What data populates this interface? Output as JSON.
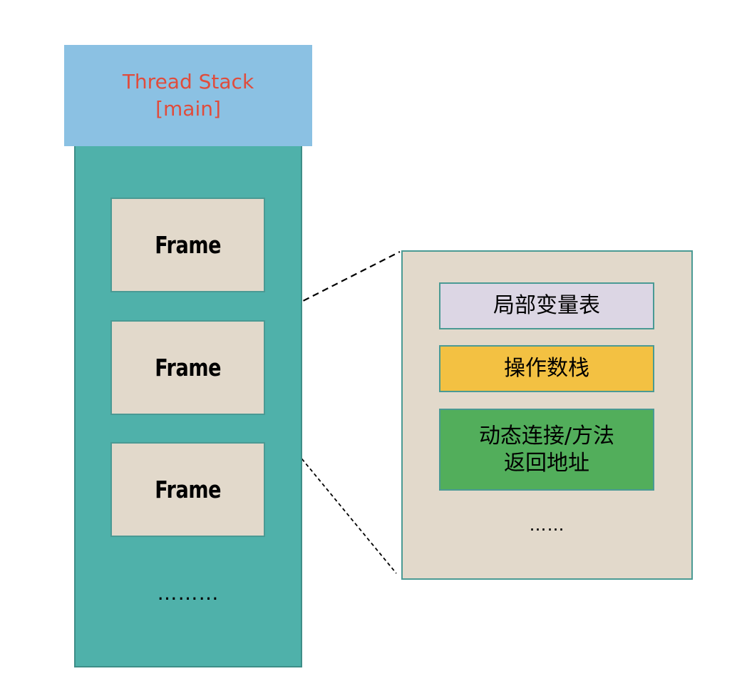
{
  "thread_stack": {
    "title_line1": "Thread Stack",
    "title_line2": "[main]",
    "header_color": "#8BC1E3",
    "title_color": "#E04C3C",
    "body_color": "#4FB1AA",
    "frames": [
      {
        "label": "Frame"
      },
      {
        "label": "Frame"
      },
      {
        "label": "Frame"
      }
    ],
    "more": "………"
  },
  "frame_detail": {
    "background": "#E2D9CB",
    "items": [
      {
        "label": "局部变量表",
        "color": "#DCD6E4"
      },
      {
        "label": "操作数栈",
        "color": "#F3C142"
      },
      {
        "label_line1": "动态连接/方法",
        "label_line2": "返回地址",
        "color": "#52AE5B"
      }
    ],
    "more": "……"
  },
  "connector": {
    "style": "dashed",
    "from": "frame-2",
    "to": "frame-detail-panel"
  }
}
